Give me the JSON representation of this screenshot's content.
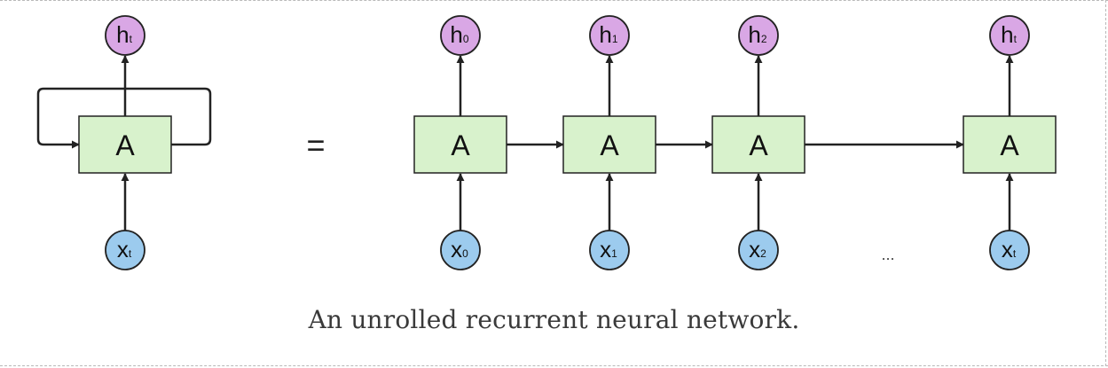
{
  "diagram": {
    "caption": "An unrolled recurrent neural network.",
    "equals_sign": "=",
    "ellipsis": "...",
    "colors": {
      "cell_fill": "#d8f2cc",
      "hidden_fill": "#d9a7e5",
      "input_fill": "#9ccbee",
      "stroke": "#222222"
    },
    "rolled": {
      "cell_label": "A",
      "hidden": {
        "base": "h",
        "sub": "t"
      },
      "input": {
        "base": "x",
        "sub": "t"
      }
    },
    "unrolled": [
      {
        "cell_label": "A",
        "hidden": {
          "base": "h",
          "sub": "0"
        },
        "input": {
          "base": "x",
          "sub": "0"
        }
      },
      {
        "cell_label": "A",
        "hidden": {
          "base": "h",
          "sub": "1"
        },
        "input": {
          "base": "x",
          "sub": "1"
        }
      },
      {
        "cell_label": "A",
        "hidden": {
          "base": "h",
          "sub": "2"
        },
        "input": {
          "base": "x",
          "sub": "2"
        }
      },
      {
        "cell_label": "A",
        "hidden": {
          "base": "h",
          "sub": "t"
        },
        "input": {
          "base": "x",
          "sub": "t"
        }
      }
    ]
  }
}
